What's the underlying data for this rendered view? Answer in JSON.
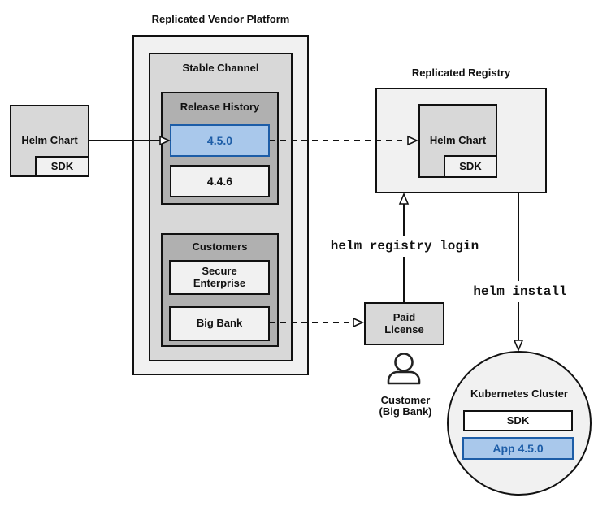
{
  "colors": {
    "background_light": "#f1f1f1",
    "background_medium": "#d8d8d8",
    "background_dark": "#b0b0b0",
    "border": "#111111",
    "accent_fill": "#a9c8eb",
    "accent_border": "#1d5da7",
    "accent_text": "#1d5da7"
  },
  "source_chart": {
    "label": "Helm Chart",
    "sdk_label": "SDK"
  },
  "vendor_platform": {
    "title": "Replicated Vendor Platform",
    "stable_channel": {
      "title": "Stable Channel",
      "release_history": {
        "title": "Release History",
        "releases": [
          {
            "version": "4.5.0",
            "highlighted": true
          },
          {
            "version": "4.4.6",
            "highlighted": false
          }
        ]
      },
      "customers": {
        "title": "Customers",
        "items": [
          {
            "name": "Secure Enterprise"
          },
          {
            "name": "Big Bank"
          }
        ]
      }
    }
  },
  "registry": {
    "title": "Replicated Registry",
    "chart": {
      "label": "Helm Chart",
      "sdk_label": "SDK"
    }
  },
  "license": {
    "label": "Paid License"
  },
  "customer": {
    "line1": "Customer",
    "line2": "(Big Bank)"
  },
  "commands": {
    "registry_login": "helm registry login",
    "install": "helm install"
  },
  "cluster": {
    "title": "Kubernetes Cluster",
    "sdk_label": "SDK",
    "app_label": "App 4.5.0"
  }
}
